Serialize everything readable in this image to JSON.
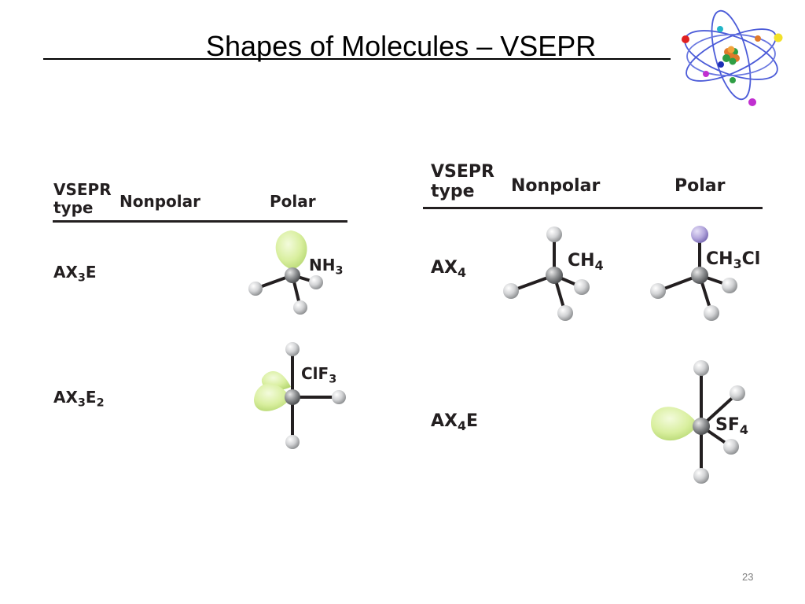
{
  "slide": {
    "title": "Shapes of Molecules – VSEPR",
    "page_number": "23"
  },
  "logo": {
    "icon": "atom-icon"
  },
  "table_left": {
    "header": {
      "vsepr_line1": "VSEPR",
      "vsepr_line2": "type",
      "nonpolar": "Nonpolar",
      "polar": "Polar"
    },
    "rows": [
      {
        "type_base": "AX",
        "type_sub": "3",
        "type_after": "E",
        "type_sub2": "",
        "formula_base": "NH",
        "formula_sub": "3",
        "formula_after": ""
      },
      {
        "type_base": "AX",
        "type_sub": "3",
        "type_after": "E",
        "type_sub2": "2",
        "formula_base": "ClF",
        "formula_sub": "3",
        "formula_after": ""
      }
    ]
  },
  "table_right": {
    "header": {
      "vsepr_line1": "VSEPR",
      "vsepr_line2": "type",
      "nonpolar": "Nonpolar",
      "polar": "Polar"
    },
    "rows": [
      {
        "type_base": "AX",
        "type_sub": "4",
        "type_after": "",
        "nonpolar_formula_base": "CH",
        "nonpolar_formula_sub": "4",
        "polar_formula_base": "CH",
        "polar_formula_sub": "3",
        "polar_formula_after": "Cl"
      },
      {
        "type_base": "AX",
        "type_sub": "4",
        "type_after": "E",
        "formula_base": "SF",
        "formula_sub": "4"
      }
    ]
  },
  "colors": {
    "atom_gray": "#c9cacb",
    "central_atom": "#8d8f91",
    "bond": "#231f20",
    "lone_pair": "#d9ef9f",
    "chlorine": "#b3a6dc",
    "rule": "#231f20"
  }
}
